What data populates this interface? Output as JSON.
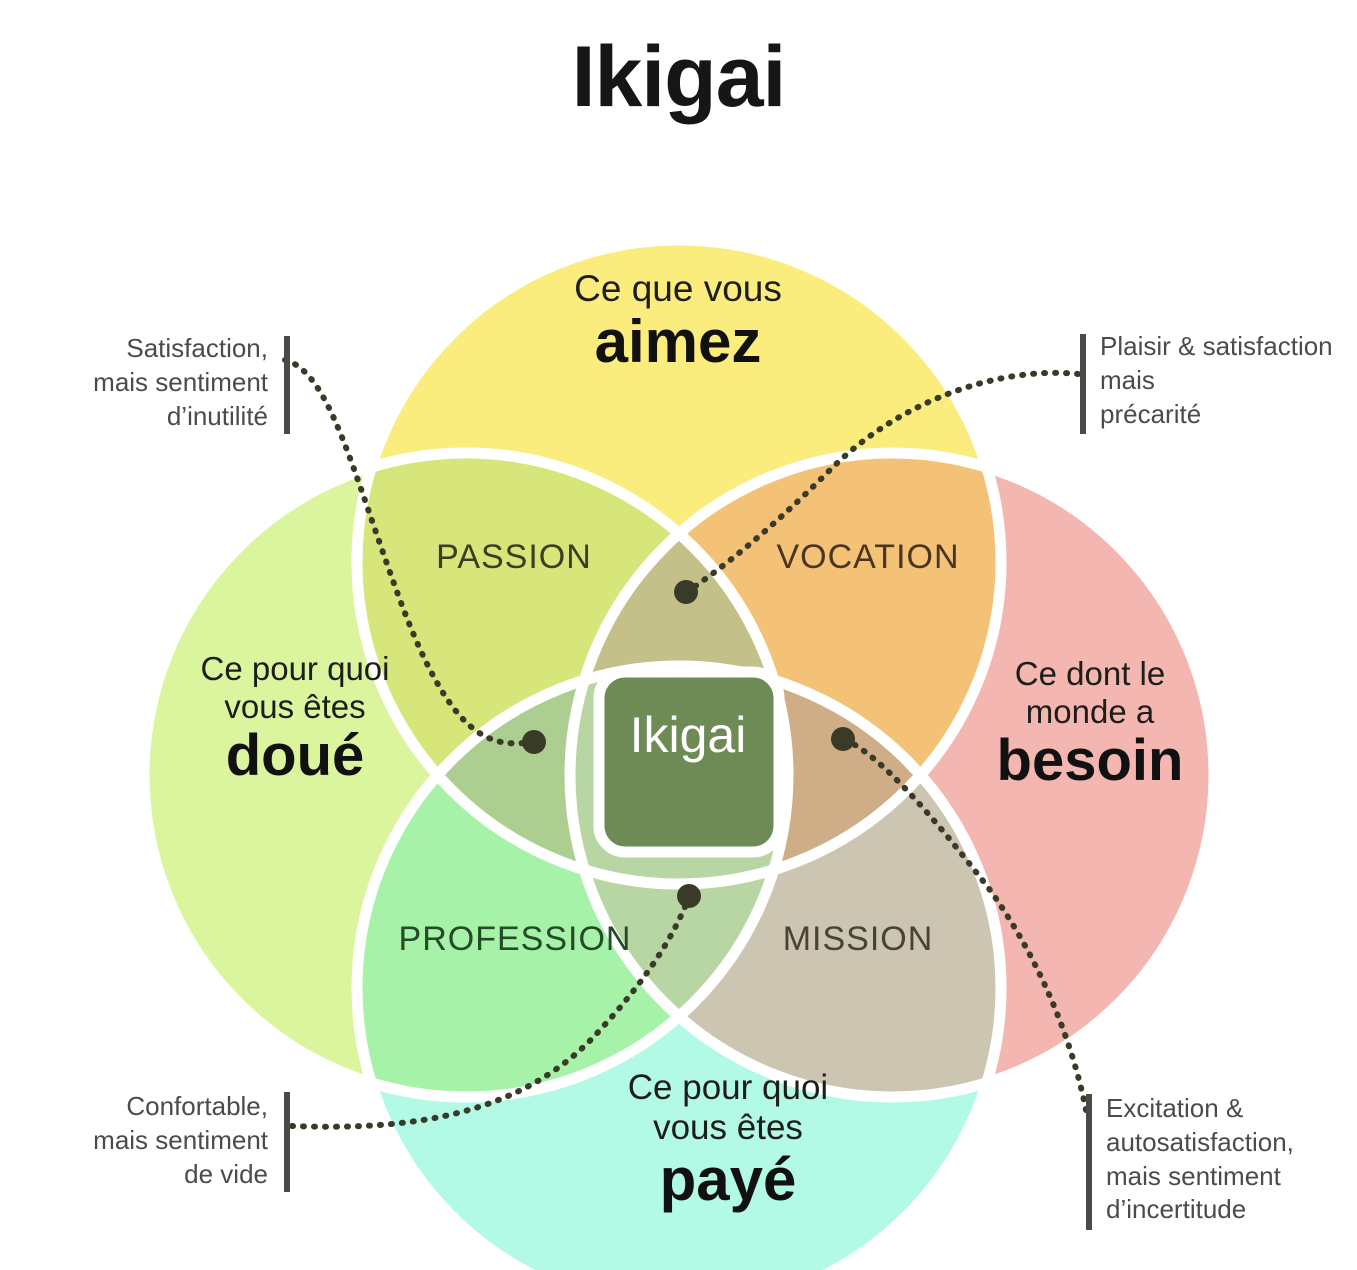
{
  "page": {
    "title": "Ikigai",
    "background": "#ffffff"
  },
  "chart_data": {
    "type": "diagram",
    "subtype": "four-set-venn",
    "title": "Ikigai",
    "language": "fr",
    "center_label": "Ikigai",
    "sets": [
      {
        "id": "aimez",
        "position": "top",
        "line1": "Ce que vous",
        "line2": "aimez",
        "color": "#FBEC7E"
      },
      {
        "id": "doue",
        "position": "left",
        "line1": "Ce pour quoi",
        "line2": "vous êtes",
        "line3": "doué",
        "color": "#DBF59E"
      },
      {
        "id": "besoin",
        "position": "right",
        "line1": "Ce dont le",
        "line2": "monde a",
        "line3": "besoin",
        "color": "#F4B6B0"
      },
      {
        "id": "paye",
        "position": "bottom",
        "line1": "Ce pour quoi",
        "line2": "vous êtes",
        "line3": "payé",
        "color": "#B2FAE5"
      }
    ],
    "intersections": [
      {
        "id": "passion",
        "label": "PASSION",
        "sets": [
          "aimez",
          "doue"
        ],
        "color": "#D6E67A"
      },
      {
        "id": "vocation",
        "label": "VOCATION",
        "sets": [
          "aimez",
          "besoin"
        ],
        "color": "#F4C277"
      },
      {
        "id": "profession",
        "label": "PROFESSION",
        "sets": [
          "doue",
          "paye"
        ],
        "color": "#A6F2A8"
      },
      {
        "id": "mission",
        "label": "MISSION",
        "sets": [
          "besoin",
          "paye"
        ],
        "color": "#CBC5B2"
      }
    ],
    "annotations": [
      {
        "id": "top-left",
        "text": "Satisfaction,\nmais sentiment\nd’inutilité",
        "side": "left",
        "points_to": "passion-profession-lens"
      },
      {
        "id": "top-right",
        "text": "Plaisir & satisfaction\nmais\nprécarité",
        "side": "right",
        "points_to": "passion-vocation-lens"
      },
      {
        "id": "bottom-left",
        "text": "Confortable,\nmais sentiment\nde vide",
        "side": "left",
        "points_to": "profession-mission-lens"
      },
      {
        "id": "bottom-right",
        "text": "Excitation &\nautosatisfaction,\nmais sentiment\nd’incertitude",
        "side": "right",
        "points_to": "vocation-mission-lens"
      }
    ],
    "palette": {
      "top_yellow": "#FBEC7E",
      "left_green": "#DBF59E",
      "right_salmon": "#F4B6B0",
      "bottom_teal": "#B2FAE5",
      "passion_lens": "#D6E67A",
      "vocation_lens": "#F4C277",
      "profession_lens": "#A6F2A8",
      "mission_lens": "#CBC5B2",
      "triple_top": "#C4C089",
      "triple_left": "#ACCE91",
      "triple_right": "#CFAE87",
      "triple_bottom": "#B7D6A3",
      "center_green": "#6E8B55",
      "separator": "#ffffff",
      "leader_line": "#3a3a28",
      "annotation_text": "#4b4b4b"
    }
  }
}
